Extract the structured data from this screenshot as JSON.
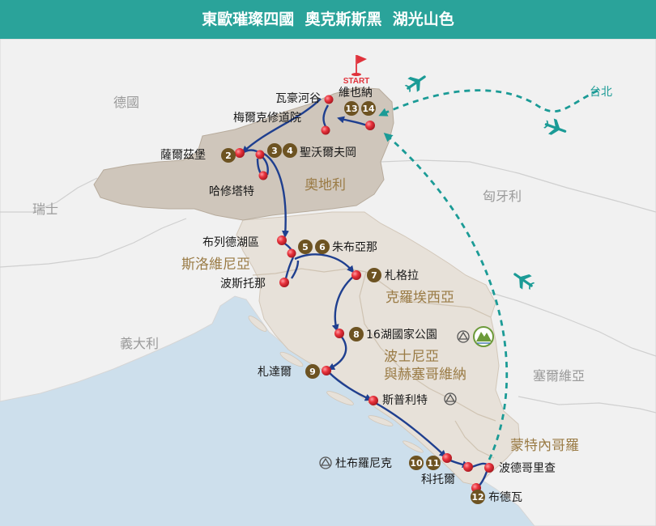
{
  "header": {
    "title": "東歐璀璨四國  奧克斯斯黑  湖光山色"
  },
  "colors": {
    "header": "#2aa39a",
    "sea": "#cddfec",
    "land_other": "#f1f1f1",
    "land_tour": "#e7e1d9",
    "austria": "#cfc6bb",
    "route": "#1f3f8f",
    "flight": "#1b9b96",
    "stop_badge": "#6d5322",
    "start_flag": "#e0323b",
    "country_label_tour": "#9a7b45",
    "country_label_other": "#9a9a9a"
  },
  "countries": {
    "germany": "德國",
    "switzerland": "瑞士",
    "italy": "義大利",
    "hungary": "匈牙利",
    "serbia": "塞爾維亞",
    "austria": "奧地利",
    "slovenia": "斯洛維尼亞",
    "croatia": "克羅埃西亞",
    "bosnia_line1": "波士尼亞",
    "bosnia_line2": "與赫塞哥維納",
    "montenegro": "蒙特內哥羅"
  },
  "start_label": "START",
  "taipei": "台北",
  "stops": {
    "vienna": {
      "name": "維也納",
      "days": [
        "13",
        "14"
      ]
    },
    "wachau": {
      "name": "瓦豪河谷"
    },
    "melk": {
      "name": "梅爾克修道院"
    },
    "salzburg": {
      "name": "薩爾茲堡",
      "days": [
        "2"
      ]
    },
    "st_wolfgang": {
      "name": "聖沃爾夫岡",
      "days": [
        "3",
        "4"
      ]
    },
    "hallstatt": {
      "name": "哈修塔特"
    },
    "bled": {
      "name": "布列德湖區"
    },
    "ljubljana": {
      "name": "朱布亞那",
      "days": [
        "5",
        "6"
      ]
    },
    "postojna": {
      "name": "波斯托那"
    },
    "zagreb": {
      "name": "札格拉",
      "days": [
        "7"
      ]
    },
    "plitvice": {
      "name": "16湖國家公園",
      "days": [
        "8"
      ]
    },
    "zadar": {
      "name": "札達爾",
      "days": [
        "9"
      ]
    },
    "split": {
      "name": "斯普利特"
    },
    "dubrovnik": {
      "name": "杜布羅尼克",
      "days": [
        "10",
        "11"
      ]
    },
    "kotor": {
      "name": "科托爾"
    },
    "podgorica": {
      "name": "波德哥里查"
    },
    "budva": {
      "name": "布德瓦",
      "days": [
        "12"
      ]
    }
  }
}
